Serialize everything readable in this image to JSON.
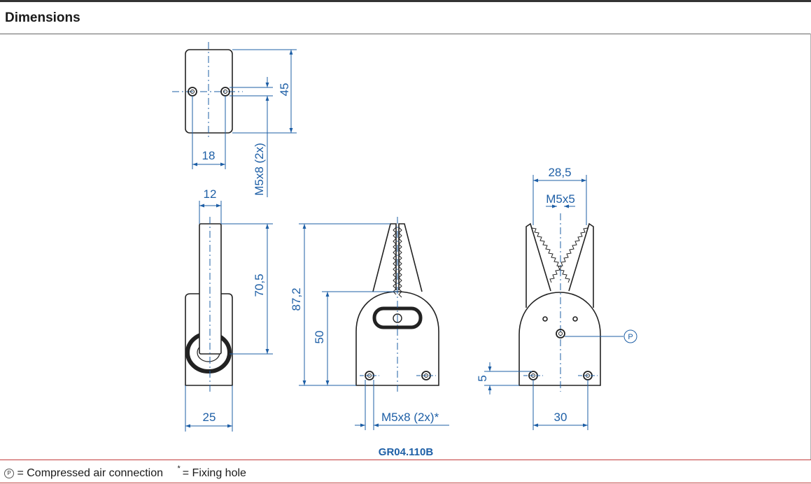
{
  "section": {
    "title": "Dimensions"
  },
  "dims": {
    "d45": "45",
    "d18": "18",
    "m5x8": "M5x8 (2x)",
    "d12": "12",
    "d70_5": "70,5",
    "d87_2": "87,2",
    "d50": "50",
    "d25": "25",
    "m5x8_star": "M5x8 (2x)*",
    "d28_5": "28,5",
    "m5x5": "M5x5",
    "p": "P",
    "d5": "5",
    "d30": "30"
  },
  "model": "GR04.110B",
  "legend": {
    "p_symbol": "P",
    "p_text": "= Compressed air connection",
    "star_symbol": "*",
    "star_text": "= Fixing hole"
  },
  "colors": {
    "dimension": "#1e5fa6",
    "outline": "#222222",
    "rule": "#c23b3b"
  }
}
